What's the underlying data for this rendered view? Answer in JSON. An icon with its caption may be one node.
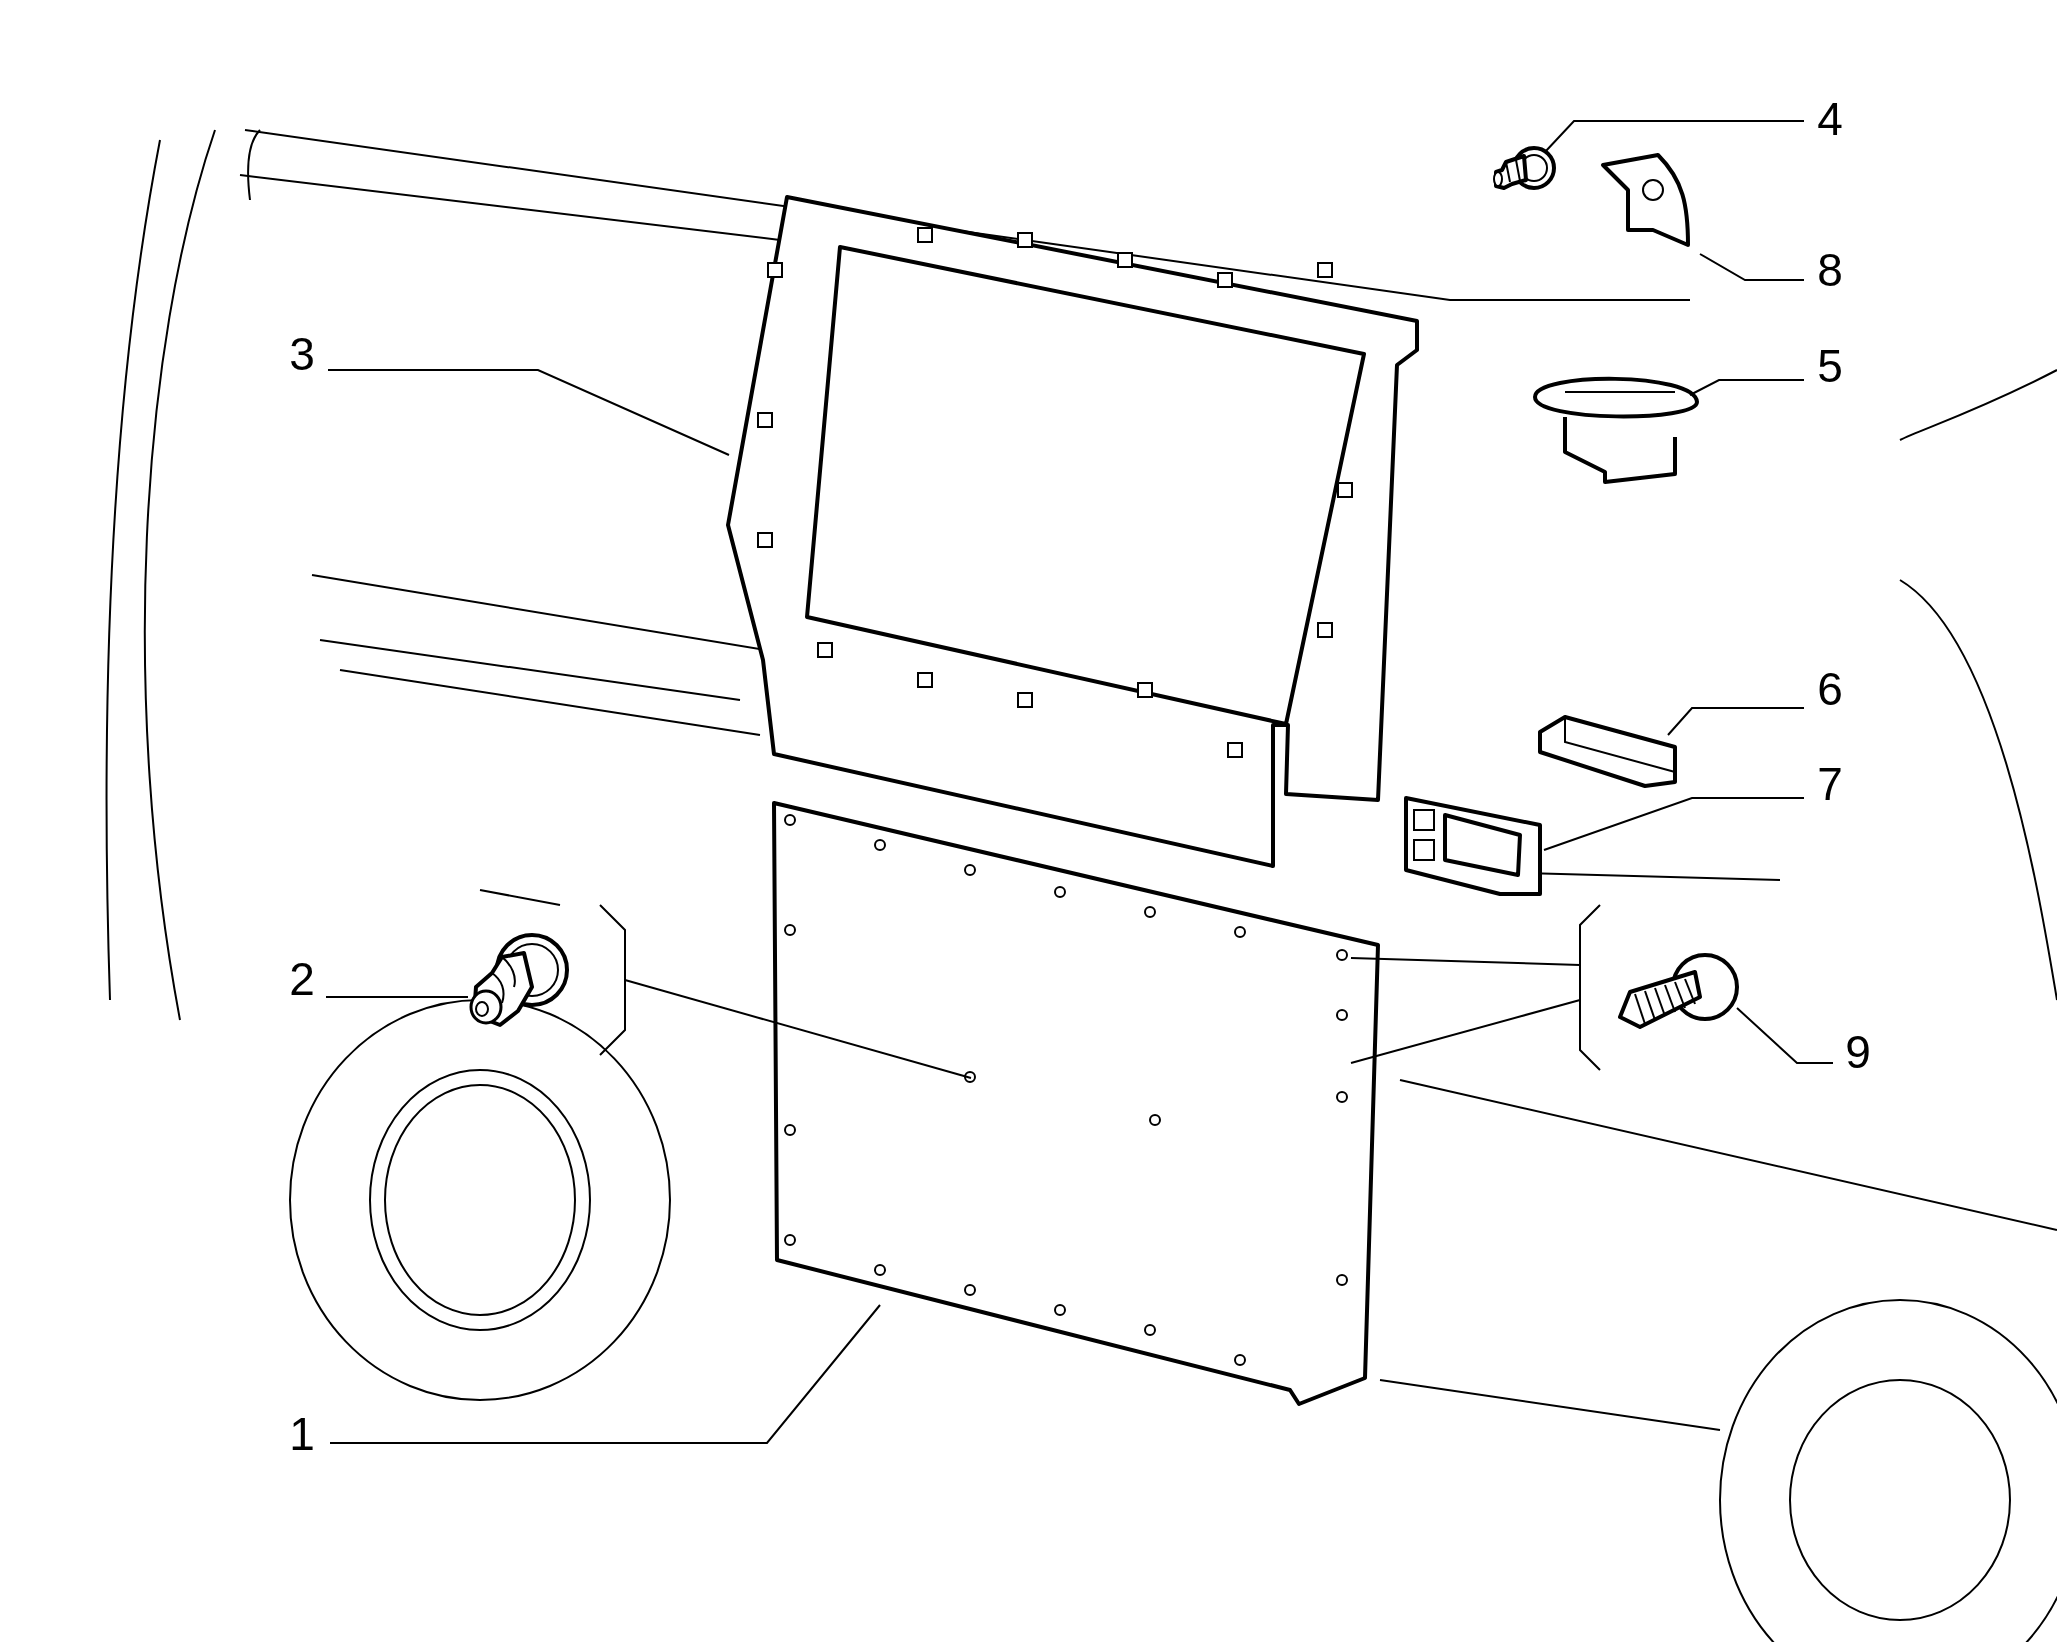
{
  "diagram": {
    "nodes": [
      {
        "text": [
          "1"
        ]
      },
      {
        "text": [],
        "shape": "picture"
      },
      {
        "text": [
          "2"
        ]
      },
      {
        "text": [],
        "shape": "picture"
      },
      {
        "text": [
          "3"
        ]
      },
      {
        "text": [],
        "shape": "picture"
      },
      {
        "text": [
          "4"
        ]
      },
      {
        "text": [],
        "shape": "picture"
      },
      {
        "text": [
          "5"
        ]
      },
      {
        "text": [],
        "shape": "picture"
      },
      {
        "text": [
          "6"
        ]
      },
      {
        "text": [],
        "shape": "picture"
      },
      {
        "text": [
          "7"
        ]
      },
      {
        "text": [],
        "shape": "picture"
      },
      {
        "text": [
          "8"
        ]
      },
      {
        "text": [],
        "shape": "picture"
      },
      {
        "text": [
          "9"
        ]
      },
      {
        "text": [],
        "shape": "picture"
      }
    ],
    "edges": [
      {
        "from": 0,
        "to": 1,
        "arrow": "none"
      },
      {
        "from": 2,
        "to": 3,
        "arrow": "none"
      },
      {
        "from": 4,
        "to": 5,
        "arrow": "none"
      },
      {
        "from": 6,
        "to": 7,
        "arrow": "none"
      },
      {
        "from": 8,
        "to": 9,
        "arrow": "none"
      },
      {
        "from": 10,
        "to": 11,
        "arrow": "none"
      },
      {
        "from": 12,
        "to": 13,
        "arrow": "none"
      },
      {
        "from": 14,
        "to": 15,
        "arrow": "none"
      },
      {
        "from": 16,
        "to": 17,
        "arrow": "none"
      },
      {
        "from": 3,
        "to": 1,
        "arrow": "none"
      },
      {
        "from": 17,
        "to": 1,
        "arrow": "none"
      },
      {
        "from": 17,
        "to": 1,
        "arrow": "none"
      }
    ]
  }
}
